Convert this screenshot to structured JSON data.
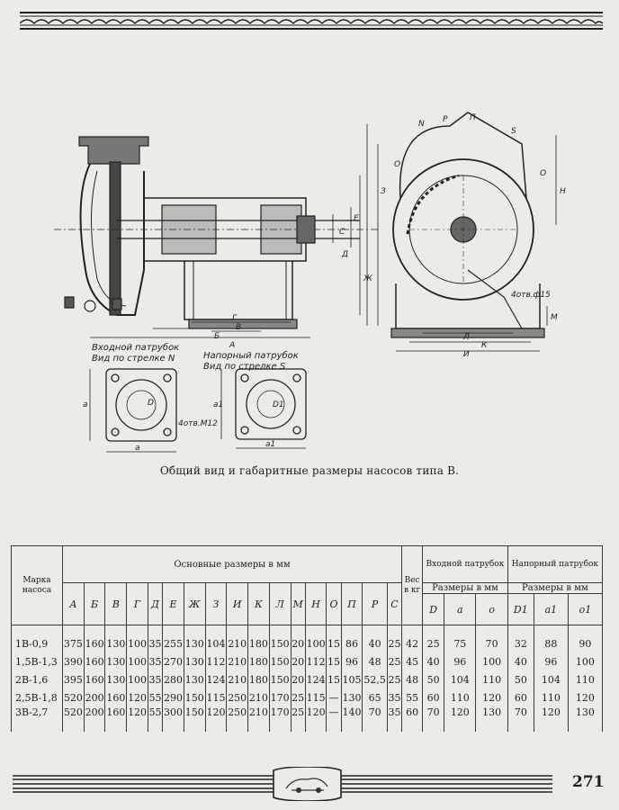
{
  "drawing": {
    "inlet_title": "Входной патрубок",
    "inlet_subtitle": "Вид по стрелке N",
    "outlet_title": "Напорный патрубок",
    "outlet_subtitle": "Вид по стрелке S",
    "bolt_note_inlet": "4отв.М12",
    "bolt_note_pump": "4отв.ф15",
    "dim_labels_front": [
      "А",
      "Б",
      "В",
      "Г",
      "Д",
      "Е",
      "С"
    ],
    "dim_labels_side": [
      "N",
      "Р",
      "П",
      "S",
      "О",
      "О",
      "З",
      "Н",
      "Ж",
      "М",
      "Л",
      "К",
      "И"
    ],
    "flange_labels": [
      "а",
      "а",
      "а",
      "а1",
      "а1",
      "D",
      "D1"
    ]
  },
  "caption": "Общий вид и габаритные размеры насосов типа В.",
  "table": {
    "header": {
      "model": "Марка насоса",
      "main_dims": "Основные размеры в мм",
      "weight": "Вес в кг",
      "inlet": "Входной патрубок",
      "inlet_dims": "Размеры в мм",
      "outlet": "Напорный патрубок",
      "outlet_dims": "Размеры в мм"
    },
    "columns": [
      "А",
      "Б",
      "В",
      "Г",
      "Д",
      "Е",
      "Ж",
      "З",
      "И",
      "К",
      "Л",
      "М",
      "Н",
      "О",
      "П",
      "Р",
      "С"
    ],
    "inlet_columns": [
      "D",
      "a",
      "o"
    ],
    "outlet_columns": [
      "D1",
      "a1",
      "o1"
    ],
    "rows": [
      {
        "model": "1В-0,9",
        "values": [
          "375",
          "160",
          "130",
          "100",
          "35",
          "255",
          "130",
          "104",
          "210",
          "180",
          "150",
          "20",
          "100",
          "15",
          "86",
          "40",
          "25"
        ],
        "weight": "42",
        "inlet": [
          "25",
          "75",
          "70"
        ],
        "outlet": [
          "32",
          "88",
          "90"
        ]
      },
      {
        "model": "1,5В-1,3",
        "values": [
          "390",
          "160",
          "130",
          "100",
          "35",
          "270",
          "130",
          "112",
          "210",
          "180",
          "150",
          "20",
          "112",
          "15",
          "96",
          "48",
          "25"
        ],
        "weight": "45",
        "inlet": [
          "40",
          "96",
          "100"
        ],
        "outlet": [
          "40",
          "96",
          "100"
        ]
      },
      {
        "model": "2В-1,6",
        "values": [
          "395",
          "160",
          "130",
          "100",
          "35",
          "280",
          "130",
          "124",
          "210",
          "180",
          "150",
          "20",
          "124",
          "15",
          "105",
          "52,5",
          "25"
        ],
        "weight": "48",
        "inlet": [
          "50",
          "104",
          "110"
        ],
        "outlet": [
          "50",
          "104",
          "110"
        ]
      },
      {
        "model": "2,5В-1,8",
        "values": [
          "520",
          "200",
          "160",
          "120",
          "55",
          "290",
          "150",
          "115",
          "250",
          "210",
          "170",
          "25",
          "115",
          "—",
          "130",
          "65",
          "35"
        ],
        "weight": "55",
        "inlet": [
          "60",
          "110",
          "120"
        ],
        "outlet": [
          "60",
          "110",
          "120"
        ]
      },
      {
        "model": "3В-2,7",
        "values": [
          "520",
          "200",
          "160",
          "120",
          "55",
          "300",
          "150",
          "120",
          "250",
          "210",
          "170",
          "25",
          "120",
          "—",
          "140",
          "70",
          "35"
        ],
        "weight": "60",
        "inlet": [
          "70",
          "120",
          "130"
        ],
        "outlet": [
          "70",
          "120",
          "130"
        ]
      }
    ]
  },
  "page_number": "271"
}
